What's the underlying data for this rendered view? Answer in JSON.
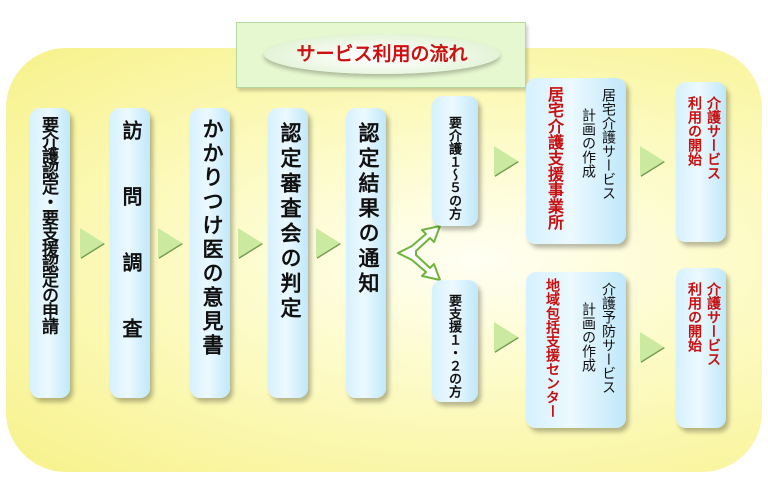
{
  "title": "サービス利用の流れ",
  "steps": [
    "要介護認定・要支援認定の申請",
    "訪問調査",
    "かかりつけ医の意見書",
    "認定審査会の判定",
    "認定結果の通知"
  ],
  "upper_branch": {
    "level": "要介護１〜５の方",
    "plan_left": "居宅介護サービス",
    "plan_right": "計画の作成",
    "office": "居宅介護支援事業所",
    "start_left": "介護サービス",
    "start_right": "利用の開始"
  },
  "lower_branch": {
    "level": "要支援１・２の方",
    "plan_left": "介護予防サービス",
    "plan_right": "計画の作成",
    "office": "地域包括支援センター",
    "start_left": "介護サービス",
    "start_right": "利用の開始"
  },
  "colors": {
    "title_text": "#cc1111",
    "box_fill": "#d6f1ff",
    "arrow_fill": "#cbeaa0",
    "panel_fill": "#f7f28a"
  }
}
